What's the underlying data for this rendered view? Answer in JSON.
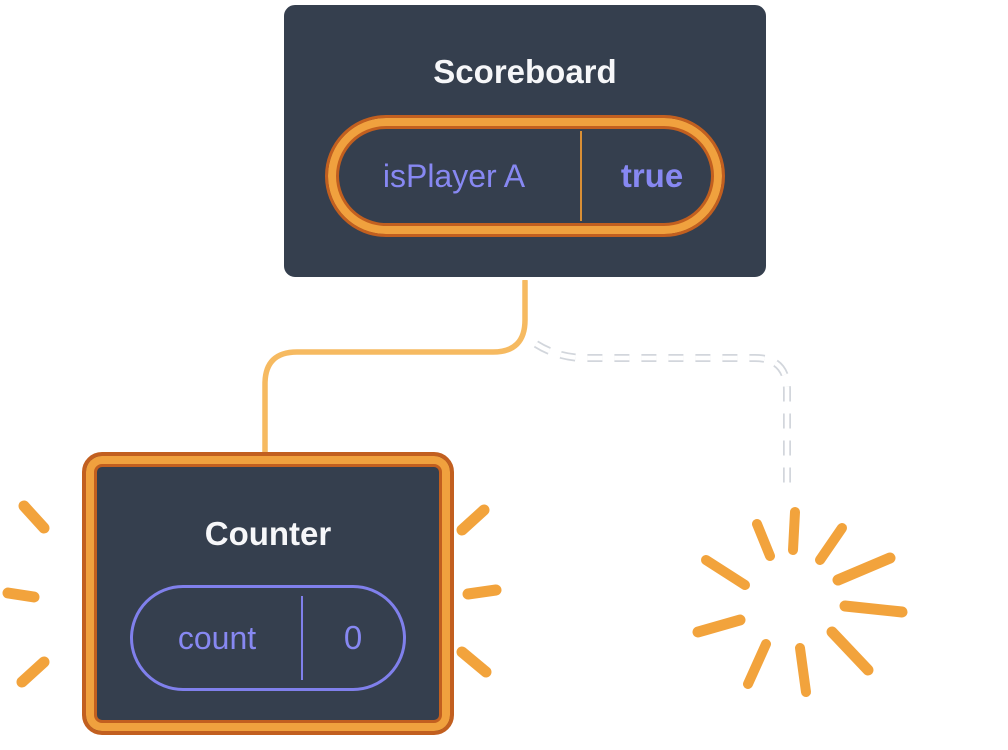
{
  "scoreboard_card": {
    "title": "Scoreboard",
    "state_pill": {
      "key": "isPlayer A",
      "value": "true"
    }
  },
  "counter_card": {
    "title": "Counter",
    "state_pill": {
      "key": "count",
      "value": "0"
    }
  },
  "icons": {
    "sparkle": "sparkle-icon",
    "poof_burst": "poof-burst-icon",
    "new_component_burst": "new-component-burst-icon"
  },
  "colors": {
    "background": "#FFFFFF",
    "card_background": "#353F4E",
    "card_border_white": "#FFFFFF",
    "title_text": "#F6F7F9",
    "state_text_purple": "#8788F2",
    "pill_border_purple": "#8080EC",
    "highlight_gold": "#F0A13E",
    "highlight_dark_orange": "#C25F1F",
    "connector_gold": "#F6BA61",
    "burst_orange": "#F2A33C",
    "dashed_line": "#FFFFFF"
  }
}
